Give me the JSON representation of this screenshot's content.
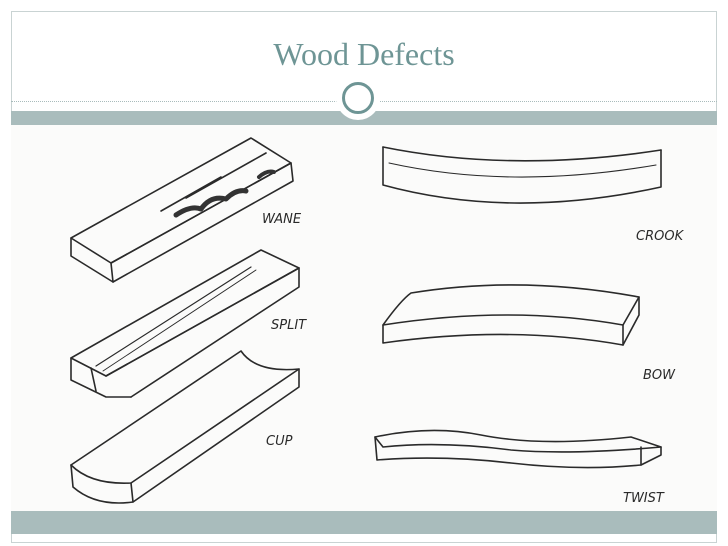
{
  "slide": {
    "title": "Wood Defects",
    "colors": {
      "accent": "#6e9595",
      "band": "#a9bcbc",
      "ink": "#2a2a2a"
    }
  },
  "diagram": {
    "labels": {
      "wane": "WANE",
      "split": "SPLIT",
      "cup": "CUP",
      "crook": "CROOK",
      "bow": "BOW",
      "twist": "TWIST"
    }
  }
}
